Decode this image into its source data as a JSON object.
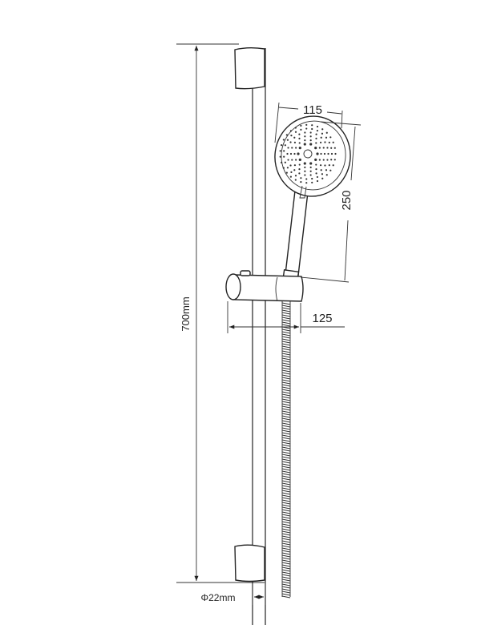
{
  "dimensions": {
    "total_length": "700mm",
    "head_width": "115",
    "handshower_length": "250",
    "holder_projection": "125",
    "rail_diameter": "Φ22mm"
  },
  "colors": {
    "line": "#222222",
    "background": "#ffffff"
  }
}
